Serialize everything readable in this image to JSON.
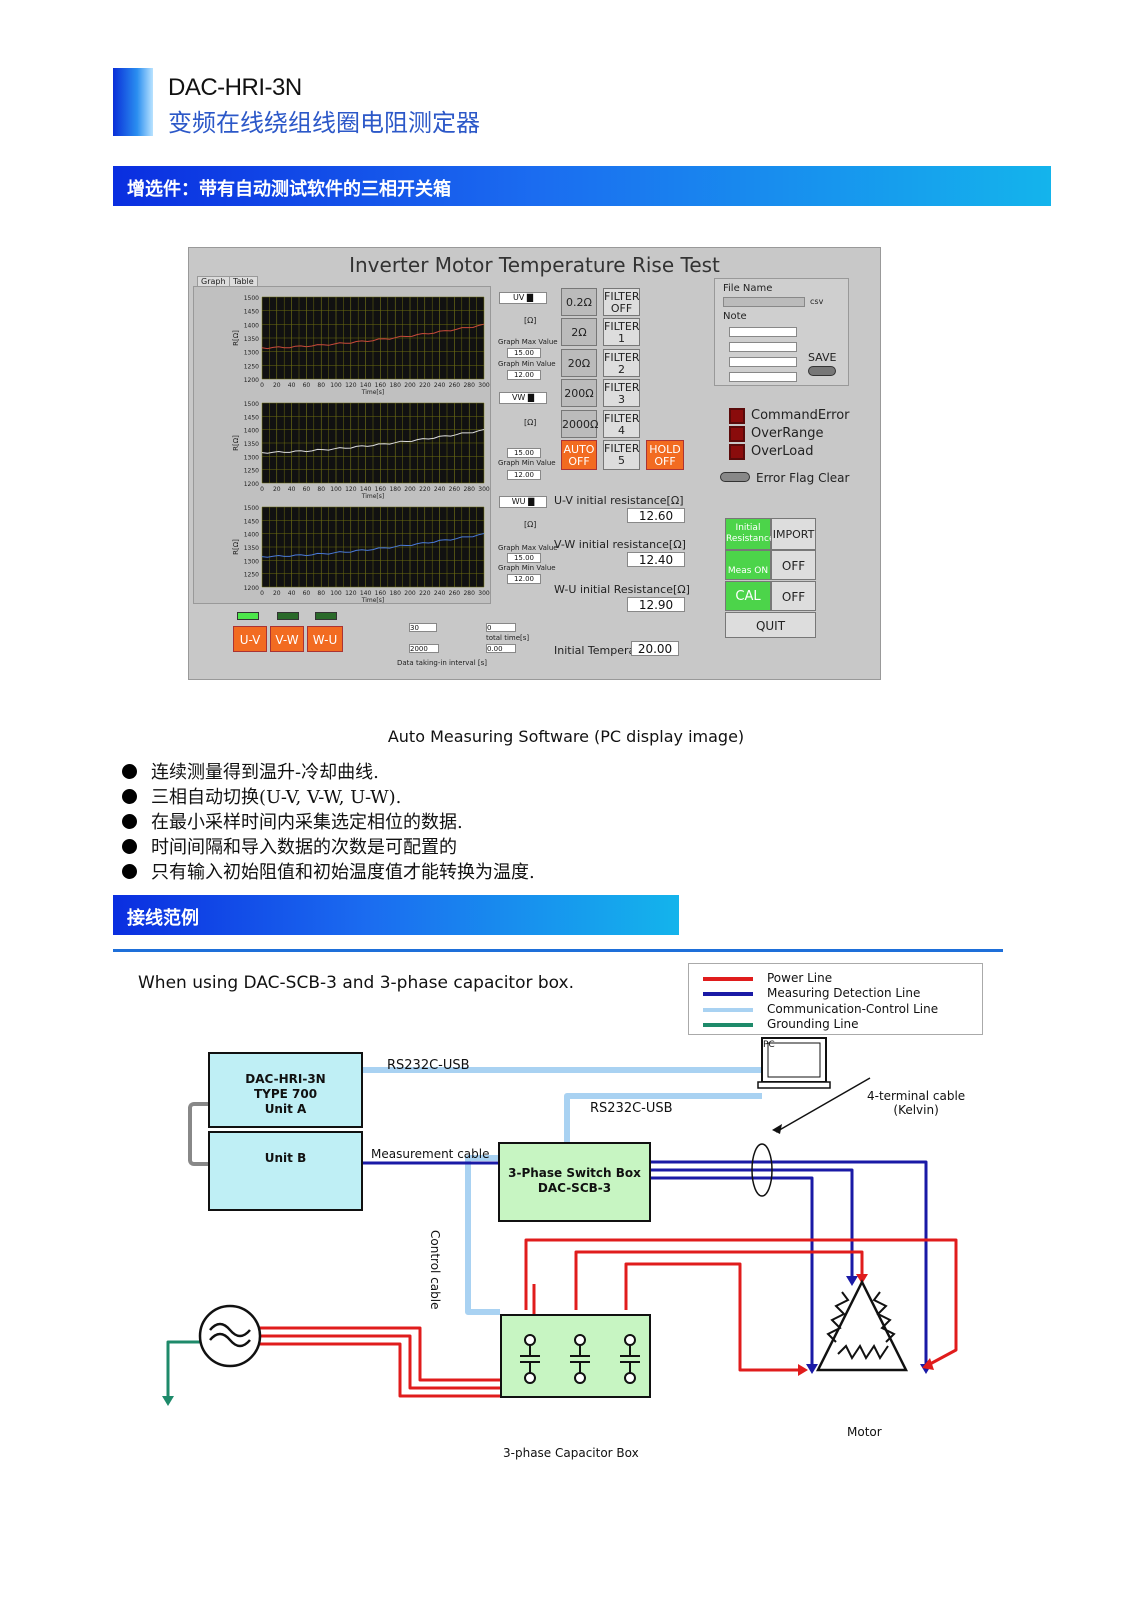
{
  "header": {
    "model": "DAC-HRI-3N",
    "subtitle": "变频在线绕组线圈电阻测定器"
  },
  "banner1": "增选件：带有自动测试软件的三相开关箱",
  "screen": {
    "title": "Inverter Motor Temperature Rise Test",
    "tabs": [
      "Graph",
      "Table"
    ],
    "y_axis_label": "R[Ω]",
    "x_axis_label": "Time[s]",
    "yticks": [
      "1500",
      "1450",
      "1400",
      "1350",
      "1300",
      "1250",
      "1200"
    ],
    "xticks": [
      "0",
      "20",
      "40",
      "60",
      "80",
      "100",
      "120",
      "140",
      "160",
      "180",
      "200",
      "220",
      "240",
      "260",
      "280",
      "300"
    ],
    "graph_labels": [
      "UV",
      "VW",
      "WU"
    ],
    "ohm_unit": "[Ω]",
    "graph_max_label": "Graph Max Value",
    "graph_min_label": "Graph Min Value",
    "graph_max": "15.00",
    "graph_min": "12.00",
    "ranges": [
      "0.2Ω",
      "2Ω",
      "20Ω",
      "200Ω",
      "2000Ω"
    ],
    "auto": [
      "AUTO",
      "OFF"
    ],
    "filters": [
      [
        "FILTER",
        "OFF"
      ],
      [
        "FILTER",
        "1"
      ],
      [
        "FILTER",
        "2"
      ],
      [
        "FILTER",
        "3"
      ],
      [
        "FILTER",
        "4"
      ],
      [
        "FILTER",
        "5"
      ]
    ],
    "hold": [
      "HOLD",
      "OFF"
    ],
    "file_name_label": "File Name",
    "csv": "csv",
    "note_label": "Note",
    "save": "SAVE",
    "errors": [
      "CommandError",
      "OverRange",
      "OverLoad"
    ],
    "error_clear": "Error Flag Clear",
    "init_res_labels": [
      "U-V initial resistance[Ω]",
      "V-W initial resistance[Ω]",
      "W-U initial Resistance[Ω]"
    ],
    "init_res_values": [
      "12.60",
      "12.40",
      "12.90"
    ],
    "init_btn": [
      "Initial",
      "Resistance"
    ],
    "import": "IMPORT",
    "meas_on": "Meas ON",
    "off": "OFF",
    "cal": "CAL",
    "quit": "QUIT",
    "phase_buttons": [
      "U-V",
      "V-W",
      "W-U"
    ],
    "interval_value": "30",
    "count_value": "2000",
    "total_label": "total time[s]",
    "total_value": "0",
    "elapsed_value": "0.00",
    "interval_label": "Data taking-in interval [s]",
    "init_temp_label": "Initial Temperature[℃]",
    "init_temp_value": "20.00"
  },
  "caption": "Auto Measuring Software (PC display image)",
  "bullets": [
    "连续测量得到温升-冷却曲线.",
    "三相自动切换(U-V, V-W, U-W).",
    "在最小采样时间内采集选定相位的数据.",
    "时间间隔和导入数据的次数是可配置的",
    "只有输入初始阻值和初始温度值才能转换为温度."
  ],
  "banner2": "接线范例",
  "wiring": {
    "heading": "When using DAC-SCB-3 and 3-phase capacitor box.",
    "legend": [
      {
        "label": "Power Line",
        "color": "#e01c1c"
      },
      {
        "label": "Measuring Detection Line",
        "color": "#1a1aa6"
      },
      {
        "label": "Communication‑Control Line",
        "color": "#a9d2f2"
      },
      {
        "label": "Grounding Line",
        "color": "#1e8a6a"
      }
    ],
    "pc": "PC",
    "unit_a": [
      "DAC-HRI-3N",
      "TYPE 700",
      "Unit A"
    ],
    "unit_b": "Unit B",
    "rs232_1": "RS232C-USB",
    "rs232_2": "RS232C-USB",
    "meas_cable": "Measurement cable",
    "switch_box": [
      "3-Phase Switch Box",
      "DAC-SCB-3"
    ],
    "control_cable": "Control cable",
    "four_terminal": [
      "4-terminal cable",
      "(Kelvin)"
    ],
    "motor": "Motor",
    "cap_box": "3-phase Capacitor Box"
  }
}
